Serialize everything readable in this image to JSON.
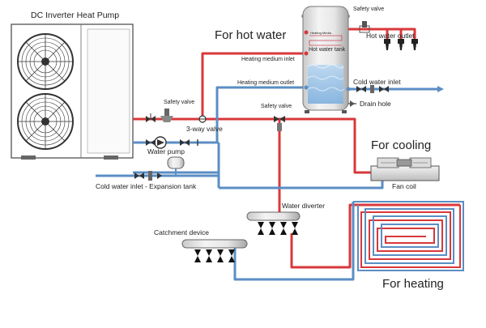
{
  "labels": {
    "heat_pump": "DC Inverter Heat Pump",
    "for_hot_water": "For hot water",
    "safety_valve_top": "Safety valve",
    "hot_water_outlet": "Hot water outlet",
    "heating_medium_inlet": "Heating medium inlet",
    "heating_medium_outlet": "Heating medium outlet",
    "hot_water_tank": "Hot water tank",
    "heating_media": "Heating Media",
    "cold_water_inlet_tank": "Cold water inlet",
    "drain_hole": "Drain hole",
    "safety_valve_left": "Safety valve",
    "safety_valve_mid": "Safety valve",
    "three_way_valve": "3-way valve",
    "water_pump": "Water pump",
    "cold_water_inlet_expansion": "Cold water inlet - Expansion tank",
    "for_cooling": "For cooling",
    "fan_coil": "Fan coil",
    "water_diverter": "Water diverter",
    "catchment_device": "Catchment device",
    "for_heating": "For heating"
  },
  "colors": {
    "hot_pipe": "#d9383a",
    "cold_pipe": "#5b8ec4",
    "unit_outline": "#555555",
    "tank_water": "#9cc4e8"
  }
}
